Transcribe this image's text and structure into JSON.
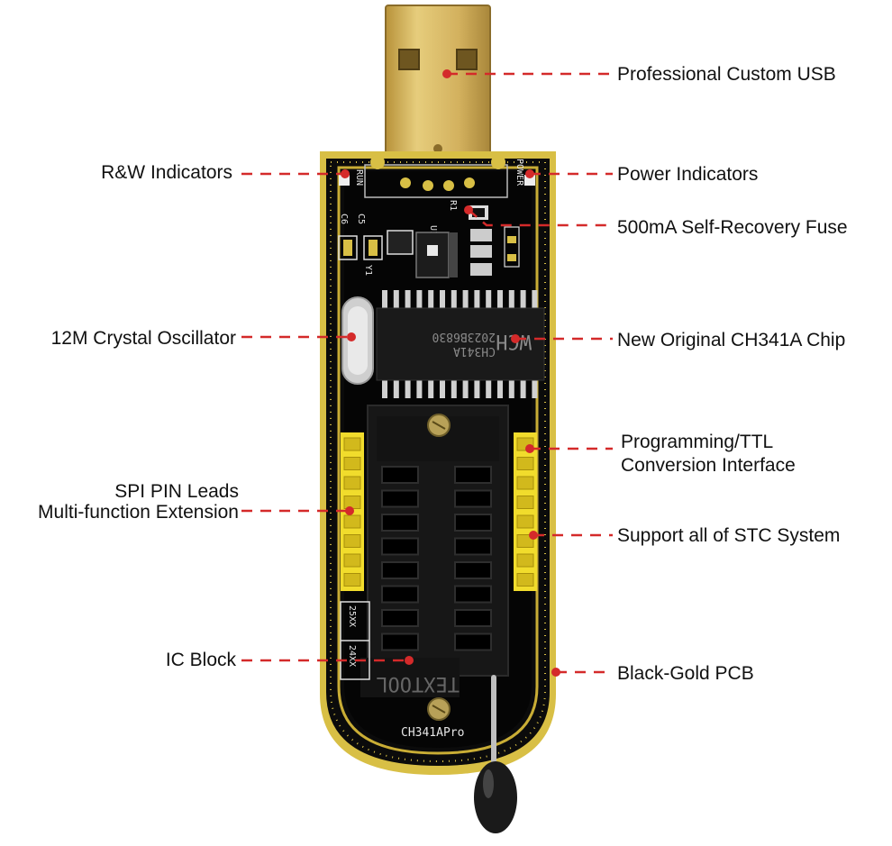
{
  "labels": {
    "usb": "Professional Custom USB",
    "rw_indicators": "R&W Indicators",
    "power_indicators": "Power Indicators",
    "fuse": "500mA Self-Recovery Fuse",
    "crystal": "12M Crystal Oscillator",
    "chip": "New Original CH341A Chip",
    "prog_ttl_line1": "Programming/TTL",
    "prog_ttl_line2": "Conversion Interface",
    "spi_line1": "SPI PIN Leads",
    "spi_line2": "Multi-function Extension",
    "stc": "Support all of STC System",
    "ic_block": "IC Block",
    "pcb": "Black-Gold PCB"
  },
  "silkscreen": {
    "run": "RUN",
    "power": "POWER",
    "c6": "C6",
    "c5": "C5",
    "u1": "U1",
    "y1": "Y1",
    "r1": "R1",
    "chip_text1": "CH341A",
    "chip_text2": "2023B6830",
    "chip_logo": "WCH",
    "flash_25": "25XX",
    "flash_24": "24XX",
    "socket_brand": "TEXTOOL",
    "model": "CH341APro"
  },
  "colors": {
    "leader": "#d42a2a",
    "pcb_black": "#0b0b0b",
    "gold": "#d8bf45",
    "usb_gold": "#c9a84a",
    "header_yellow": "#f1dc2c"
  }
}
